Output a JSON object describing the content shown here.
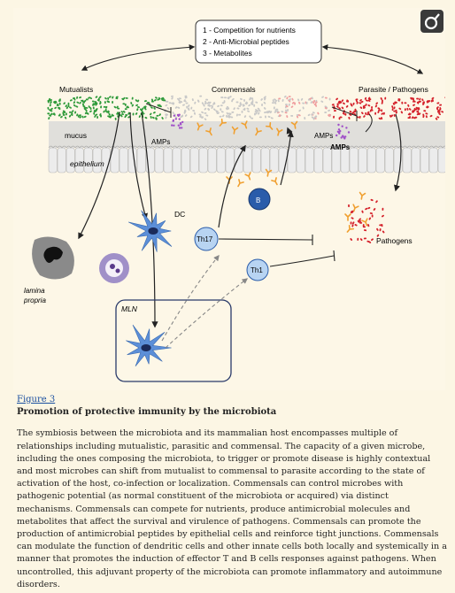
{
  "figure": {
    "box_lines": [
      "1 - Competition for nutrients",
      "2 - Anti-Microbial peptides",
      "3 - Metabolites"
    ],
    "labels": {
      "mutualists": "Mutualists",
      "commensals": "Commensals",
      "parasite": "Parasite / Pathogens",
      "mucus": "mucus",
      "amps_left": "AMPs",
      "amps_right": "AMPs",
      "amps_right2": "AMPs",
      "epithelium": "epithelium",
      "dc": "DC",
      "b": "B",
      "th17": "Th17",
      "th1": "Th1",
      "pathogens": "Pathogens",
      "lamina": "lamina",
      "propria": "propria",
      "mln": "MLN"
    },
    "colors": {
      "mutualists": "#2e9a3a",
      "commensals": "#c8c8c8",
      "pathogens": "#d4202a",
      "amps": "#a050c8",
      "orange": "#f0a030",
      "dc": "#5c8fd8",
      "b_cell": "#2a5caa",
      "th": "#a8c8ee"
    }
  },
  "caption": {
    "link": "Figure 3",
    "title": "Promotion of protective immunity by the microbiota",
    "text": "The symbiosis between the microbiota and its mammalian host encompasses multiple of relationships including mutualistic, parasitic and commensal. The capacity of a given microbe, including the ones composing the microbiota, to trigger or promote disease is highly contextual and most microbes can shift from mutualist to commensal to parasite according to the state of activation of the host, co-infection or localization. Commensals can control microbes with pathogenic potential (as normal constituent of the microbiota or acquired) via distinct mechanisms. Commensals can compete for nutrients, produce antimicrobial molecules and metabolites that affect the survival and virulence of pathogens. Commensals can promote the production of antimicrobial peptides by epithelial cells and reinforce tight junctions. Commensals can modulate the function of dendritic cells and other innate cells both locally and systemically in a manner that promotes the induction of effector T and B cells responses against pathogens. When uncontrolled, this adjuvant property of the microbiota can promote inflammatory and autoimmune disorders."
  }
}
